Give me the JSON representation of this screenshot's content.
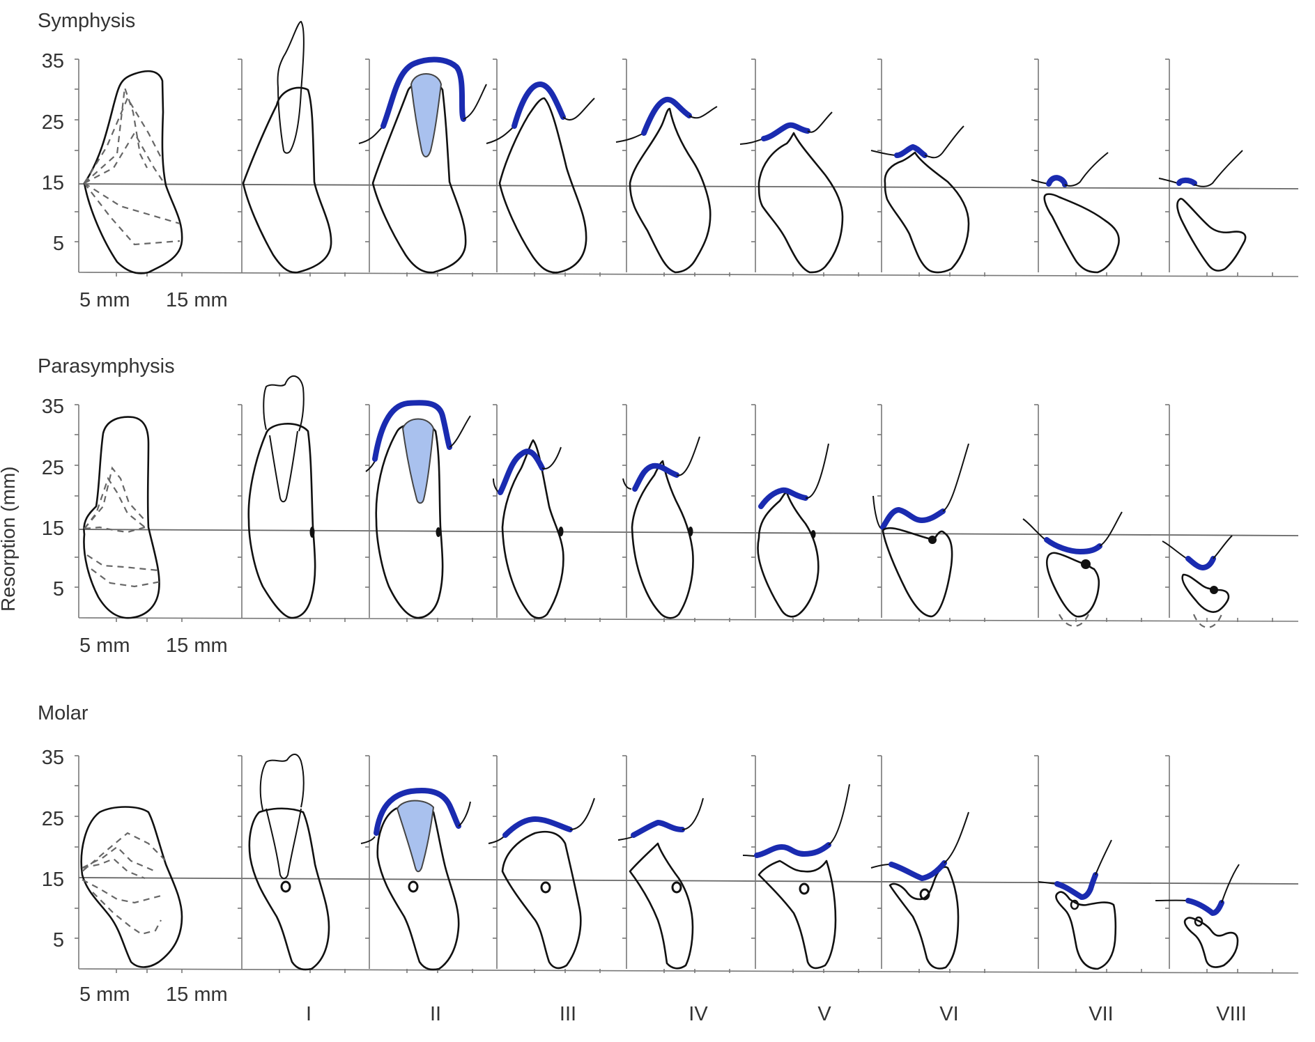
{
  "figure": {
    "y_axis_label": "Resorption (mm)",
    "x_scale_labels": [
      "5 mm",
      "15 mm"
    ],
    "y_ticks": [
      "35",
      "25",
      "15",
      "5"
    ],
    "classes": [
      "I",
      "II",
      "III",
      "IV",
      "V",
      "VI",
      "VII",
      "VIII"
    ],
    "colors": {
      "crest_highlight": "#1a2bb0",
      "socket_fill": "#a9c1ee",
      "outline": "#111111",
      "axis": "#777777"
    }
  },
  "rows": [
    {
      "title": "Symphysis"
    },
    {
      "title": "Parasymphysis"
    },
    {
      "title": "Molar"
    }
  ]
}
